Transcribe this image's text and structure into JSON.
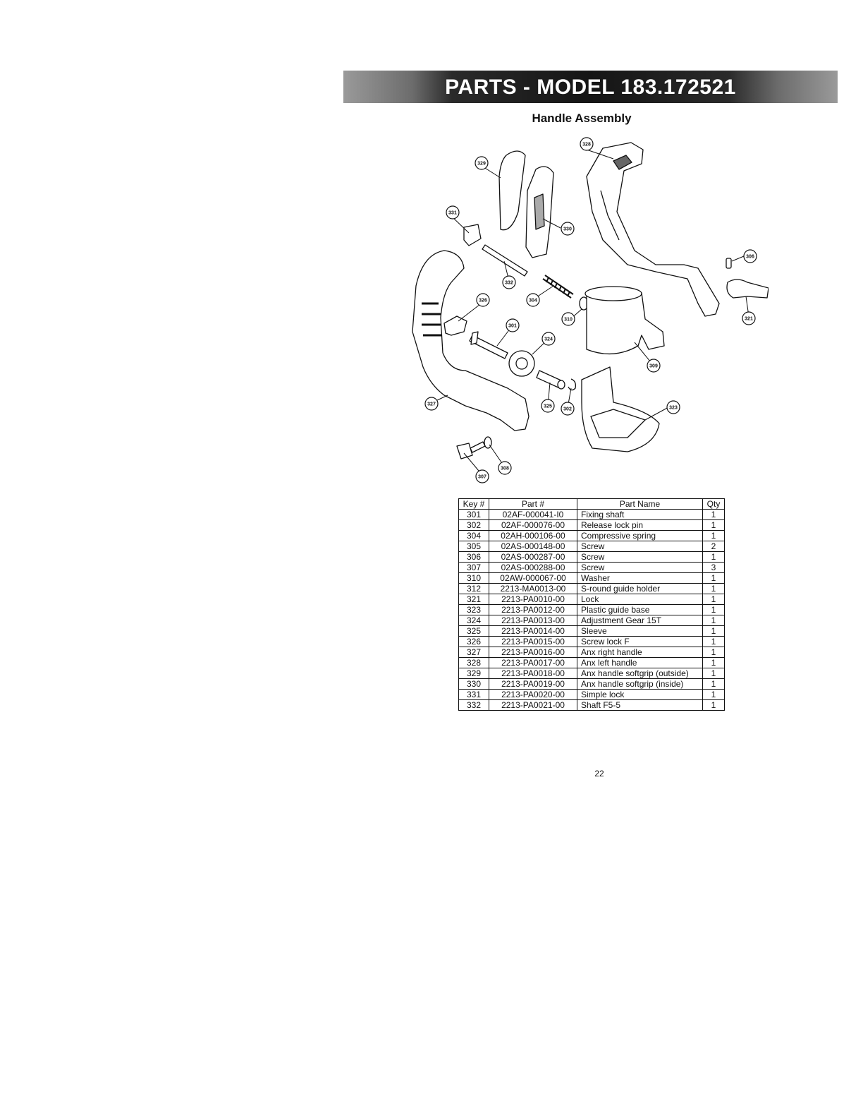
{
  "header": {
    "title": "PARTS - MODEL 183.172521"
  },
  "section": {
    "title": "Handle Assembly"
  },
  "diagram": {
    "callouts": [
      "328",
      "329",
      "331",
      "330",
      "332",
      "304",
      "310",
      "306",
      "321",
      "326",
      "301",
      "324",
      "309",
      "327",
      "325",
      "302",
      "323",
      "307",
      "308"
    ]
  },
  "table": {
    "columns": [
      "Key #",
      "Part #",
      "Part Name",
      "Qty"
    ],
    "rows": [
      [
        "301",
        "02AF-000041-I0",
        "Fixing shaft",
        "1"
      ],
      [
        "302",
        "02AF-000076-00",
        "Release lock pin",
        "1"
      ],
      [
        "304",
        "02AH-000106-00",
        "Compressive spring",
        "1"
      ],
      [
        "305",
        "02AS-000148-00",
        "Screw",
        "2"
      ],
      [
        "306",
        "02AS-000287-00",
        "Screw",
        "1"
      ],
      [
        "307",
        "02AS-000288-00",
        "Screw",
        "3"
      ],
      [
        "310",
        "02AW-000067-00",
        "Washer",
        "1"
      ],
      [
        "312",
        "2213-MA0013-00",
        "S-round guide holder",
        "1"
      ],
      [
        "321",
        "2213-PA0010-00",
        "Lock",
        "1"
      ],
      [
        "323",
        "2213-PA0012-00",
        "Plastic guide base",
        "1"
      ],
      [
        "324",
        "2213-PA0013-00",
        "Adjustment Gear 15T",
        "1"
      ],
      [
        "325",
        "2213-PA0014-00",
        "Sleeve",
        "1"
      ],
      [
        "326",
        "2213-PA0015-00",
        "Screw lock F",
        "1"
      ],
      [
        "327",
        "2213-PA0016-00",
        "Anx right handle",
        "1"
      ],
      [
        "328",
        "2213-PA0017-00",
        "Anx left handle",
        "1"
      ],
      [
        "329",
        "2213-PA0018-00",
        "Anx handle softgrip (outside)",
        "1"
      ],
      [
        "330",
        "2213-PA0019-00",
        "Anx handle softgrip (inside)",
        "1"
      ],
      [
        "331",
        "2213-PA0020-00",
        "Simple lock",
        "1"
      ],
      [
        "332",
        "2213-PA0021-00",
        "Shaft F5-5",
        "1"
      ]
    ]
  },
  "footer": {
    "page_number": "22"
  }
}
